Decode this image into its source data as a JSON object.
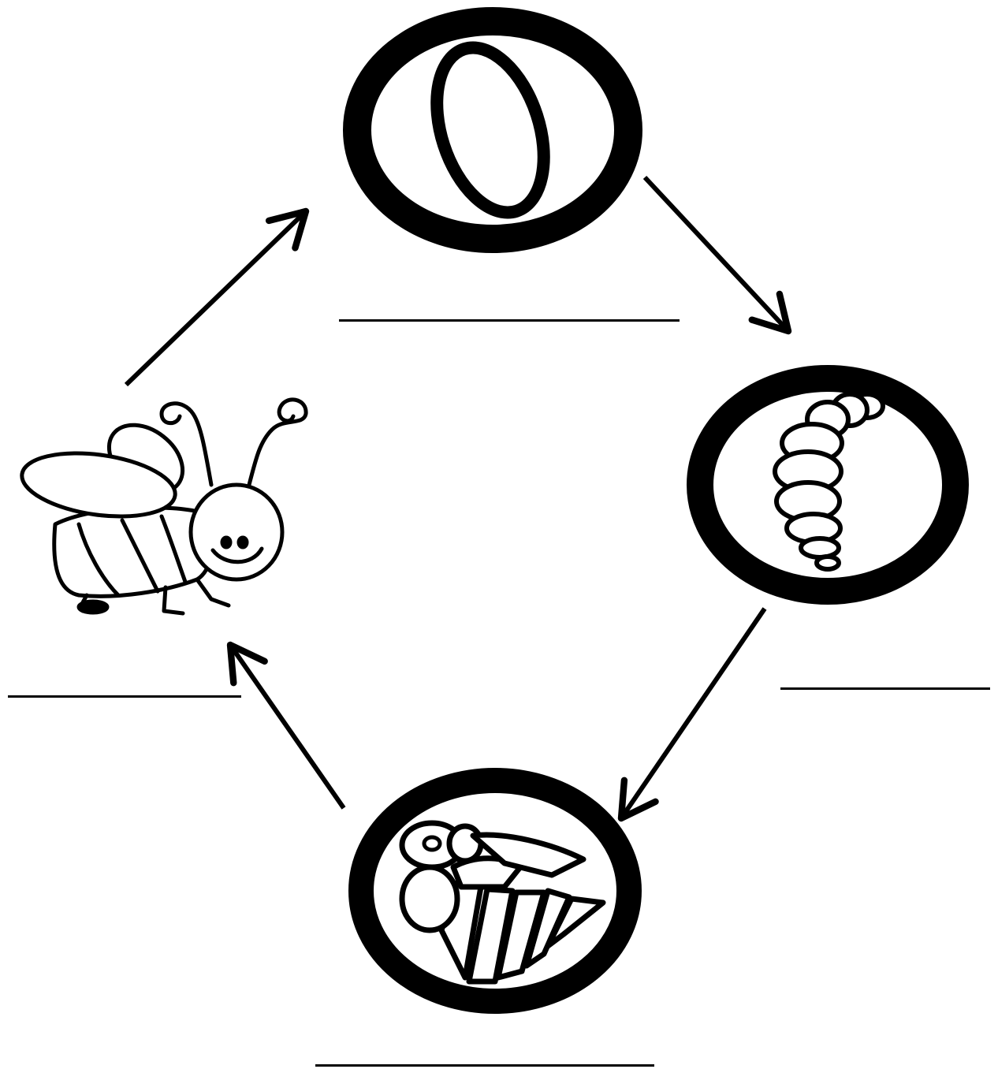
{
  "diagram": {
    "type": "life-cycle",
    "stages": [
      {
        "id": "egg",
        "icon": "egg-icon",
        "answer": ""
      },
      {
        "id": "larva",
        "icon": "larva-icon",
        "answer": ""
      },
      {
        "id": "pupa",
        "icon": "pupa-icon",
        "answer": ""
      },
      {
        "id": "adult",
        "icon": "bee-icon",
        "answer": ""
      }
    ],
    "flow": [
      "egg",
      "larva",
      "pupa",
      "adult",
      "egg"
    ],
    "colors": {
      "ink": "#000000",
      "background": "#ffffff"
    }
  }
}
